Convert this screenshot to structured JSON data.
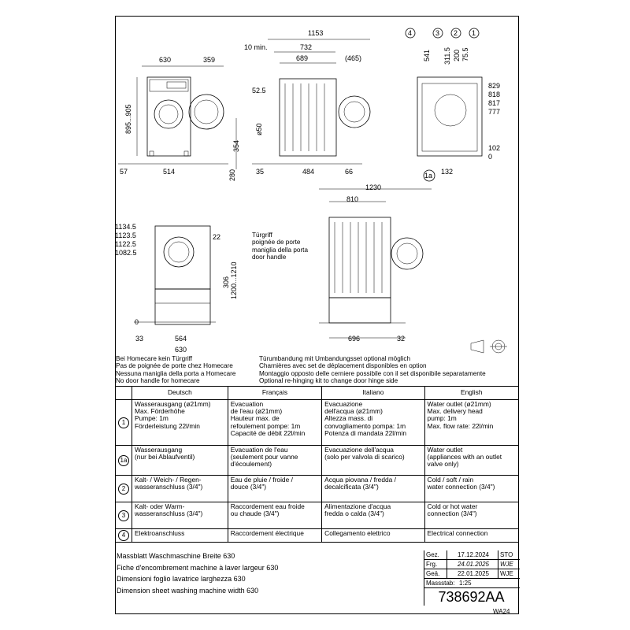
{
  "dimensions": {
    "top": [
      "1153",
      "10 min.",
      "732",
      "689",
      "(465)",
      "630",
      "359",
      "52.5",
      "895...905",
      "354",
      "ø50",
      "280",
      "57",
      "514",
      "35",
      "484",
      "66"
    ],
    "top_right": [
      "4",
      "3",
      "2",
      "1",
      "541",
      "311.5",
      "200",
      "75.5",
      "829",
      "818",
      "817",
      "777",
      "102",
      "0",
      "1a",
      "132"
    ],
    "middle": [
      "1134.5",
      "1123.5",
      "1122.5",
      "1082.5",
      "22",
      "306",
      "1200...1210",
      "0",
      "33",
      "564",
      "630",
      "1230",
      "810",
      "696",
      "32"
    ]
  },
  "notes": {
    "door_handle": [
      "Türgriff",
      "poignée de porte",
      "maniglia della porta",
      "door handle"
    ],
    "homecare": [
      "Bei Homecare kein Türgriff",
      "Pas de poignée de porte chez Homecare",
      "Nessuna maniglia della porta a Homecare",
      "No door handle for homecare"
    ],
    "hinge": [
      "Türumbandung mit Umbandungsset optional möglich",
      "Charnières avec set de déplacement disponibles en option",
      "Montaggio opposto delle cerniere possibile con il set disponibile separatamente",
      "Optional re-hinging kit to change door hinge side"
    ]
  },
  "table": {
    "headers": [
      "Deutsch",
      "Français",
      "Italiano",
      "English"
    ],
    "rows": [
      {
        "key": "1",
        "cells": [
          "Wasserausgang (ø21mm)\nMax. Förderhöhe\nPumpe: 1m\nFörderleistung 22l/min",
          "Evacuation\nde l'eau (ø21mm)\nHauteur max. de\nrefoulement pompe: 1m\nCapacité de débit 22l/min",
          "Evacuazione\ndell'acqua (ø21mm)\nAltezza mass. di\nconvogliamento pompa: 1m\nPotenza di mandata 22l/min",
          "Water outlet (ø21mm)\nMax. delivery head\npump: 1m\nMax. flow rate: 22l/min"
        ]
      },
      {
        "key": "1a",
        "cells": [
          "Wasserausgang\n(nur bei Ablaufventil)",
          "Evacuation de l'eau\n(seulement pour vanne\nd'écoulement)",
          "Evacuazione dell'acqua\n(solo per valvola di scarico)",
          "Water outlet\n(appliances with an outlet\nvalve only)"
        ]
      },
      {
        "key": "2",
        "cells": [
          "Kalt- / Weich- / Regen-\nwasseranschluss (3/4\")",
          "Eau de pluie / froide /\ndouce (3/4\")",
          "Acqua piovana / fredda /\ndecalcificata (3/4\")",
          "Cold / soft / rain\nwater connection (3/4\")"
        ]
      },
      {
        "key": "3",
        "cells": [
          "Kalt- oder Warm-\nwasseranschluss (3/4\")",
          "Raccordement eau froide\nou chaude (3/4\")",
          "Alimentazione d'acqua\nfredda o calda (3/4\")",
          "Cold or hot water\nconnection (3/4\")"
        ]
      },
      {
        "key": "4",
        "cells": [
          "Elektroanschluss",
          "Raccordement électrique",
          "Collegamento elettrico",
          "Electrical connection"
        ]
      }
    ]
  },
  "title_block": {
    "titles": [
      "Massblatt Waschmaschine Breite 630",
      "Fiche d'encombrement machine à laver largeur 630",
      "Dimensioni foglio lavatrice larghezza 630",
      "Dimension sheet washing machine width 630"
    ],
    "rows": [
      [
        "Gez.",
        "17.12.2024",
        "STO"
      ],
      [
        "Frg.",
        "24.01.2025",
        "WJE"
      ],
      [
        "Geä.",
        "22.01.2025",
        "WJE"
      ]
    ],
    "scale_label": "Massstab:",
    "scale_value": "1:25",
    "doc_number": "738692AA",
    "code": "WA24"
  }
}
